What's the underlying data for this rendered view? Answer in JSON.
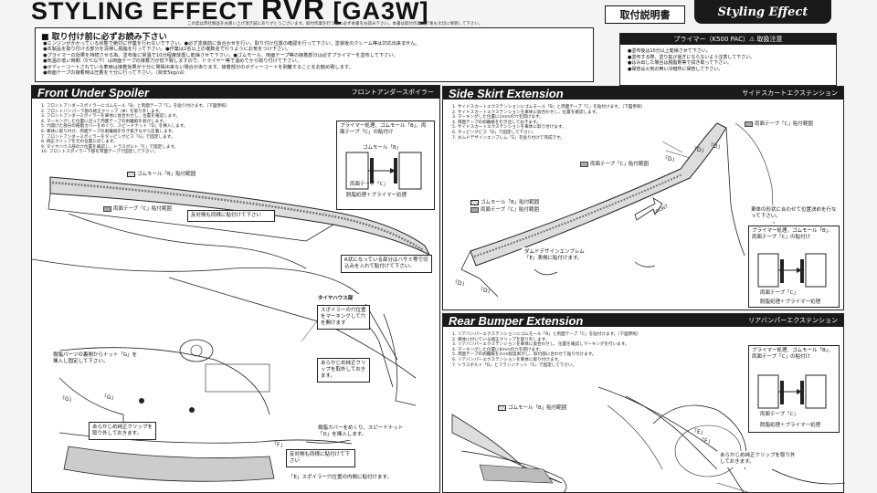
{
  "header": {
    "title_prefix": "STYLING EFFECT",
    "title_model": "RVR",
    "title_code": "[GA3W]",
    "note": "この度は弊社製品をお買い上げ頂き誠にありがとうございます。取付作業を行う前に必ず本書をお読み下さい。本書は取付作業終了後も大切に保管して下さい。",
    "manual_badge": "取付説明書",
    "logo_text": "Styling Effect"
  },
  "precaution": {
    "title": "■ 取り付け前に必ずお読み下さい",
    "items": [
      "●エンジンがかかっている状態で絶対に作業を行わないで下さい。●必ず塗装前に仮合わせを行い、取り付け位置の確認を行って下さい。塗装後のクレーム等は対応出来ません。",
      "●本製品を取り付ける部分を清掃し脱脂を行って下さい。●作業は2名以上の複数名で行うようにお気をつけ下さい。",
      "●プライマーの効果を持続させる為、塗布後に常温で10分程度放置し乾燥させて下さい。●ゴムモール、両面テープ等の接着部分は必ずプライマーを塗布して下さい。",
      "●気温の低い時期（5℃以下）は両面テープの接着力が低下致しますので、ドライヤー等で温めてから取り付けて下さい。",
      "●ボディーコートされている車両は接着効果が十分に発揮出来ない場合があります。接着部分のボディーコートを剥離することをお勧め致します。",
      "●両面テープの接着時は圧着を十分に行って下さい。（目安5kg/㎠）"
    ]
  },
  "primer": {
    "title": "プライマー（K500 PAC）⚠ 取扱注意",
    "items": [
      "●塗布後は10分以上乾燥させて下さい。",
      "●塗布する際、塗り拡げ過ぎにならないよう注意して下さい。",
      "●はみ出した場合は脱脂剤等で拭き取って下さい。",
      "●保管は火気の無い冷暗所に保管して下さい。"
    ]
  },
  "front": {
    "title_en": "Front Under Spoiler",
    "title_jp": "フロントアンダースポイラー",
    "steps": [
      "1. フロントアンダースポイラーにゴムモール「B」と両面テープ「C」を貼り付けます。（下図参照）",
      "2. フロントバンパー下部の純正クリップ（Φ）を取り外します。",
      "3. フロントアンダースポイラーを車体に仮合わせし、位置を確認します。",
      "4. マーキングした位置に沿って両面テープの剥離紙を剥がします。",
      "5. 穴開けた部分の樹脂カバーをめくり、スピードナット「D」を挿入します。",
      "6. 車体に取り付け、両面テープの剥離紙を引き抜きながら圧着します。",
      "7. フロントアンダースポイラーをタッピングビス「G」で固定します。",
      "8. 純正クリップを元の位置に戻します。",
      "9. タイヤハウス部の穴位置を確認し、トラスボルト「F」で固定します。",
      "10. フロントスポイラー下部を両面テープで固定して下さい。"
    ],
    "callout_primer": "プライマー処理、ゴムモール「B」、両面テープ「C」の貼付け",
    "callout_reverse": "反対側も同様に貼付けて下さい",
    "callout_r": "R状になっている部分はハサミ等で切込みを入れて貼付けて下さい。",
    "callout_tire": "タイヤハウス部",
    "callout_hole": "スポイラーの穴位置をマーキングして穴を開けます",
    "callout_clip": "あらかじめ純正クリップを取外しておきます。",
    "callout_nut": "樹脂カバーをめくり、スピードナット「D」を挿入します。",
    "callout_retain": "あらかじめ純正クリップを取り外しておきます。",
    "callout_reverse2": "反対側も同様に貼付けて下さい",
    "callout_e": "「E」スポイラー穴位置の内側に貼付けます。",
    "callout_resin": "樹脂パーツの裏側からナット「G」を挿入し固定して下さい。",
    "label_rubber": "ゴムモール「B」貼付範囲",
    "label_tape": "両面テープ「C」貼付範囲",
    "label_tape_c": "両面テープ「C」",
    "label_gomu": "ゴムモール「B」",
    "label_primer_treat": "脱脂処理＋プライマー処理",
    "label_g": "「G」",
    "label_f": "「F」"
  },
  "side": {
    "title_en": "Side Skirt Extension",
    "title_jp": "サイドスカートエクステンション",
    "steps": [
      "1. サイドスカートエクステンションにゴムモール「B」と両面テープ「C」を貼付けます。（下図参照）",
      "2. サイドスカートエクステンションを車体に仮合わせし、位置を確認します。",
      "3. マーキングした位置に2mmの穴を開けます。",
      "4. 両面テープの剥離紙を引き出しておきます。",
      "5. サイドスカートエクステンションを車体に取り付けます。",
      "6. タッピングビス「D」で固定して下さい。",
      "7. ダムドデザインエンブレム「E」を貼り付けて完成です。"
    ],
    "label_rubber": "ゴムモール「B」貼付範囲",
    "label_tape": "両面テープ「C」貼付範囲",
    "label_tape_top": "両面テープ「C」貼付範囲",
    "label_d": "「D」",
    "label_emblem": "ダムドデザインエンブレム「E」表側に貼付けます。",
    "label_front": "FRONT",
    "callout_vehicle": "車体の形状に合わせて位置決めを行なって下さい。",
    "callout_primer": "プライマー処理、ゴムモール「B」、両面テープ「C」の貼付け",
    "label_tape_c": "両面テープ「C」",
    "label_gomu": "ゴムモール「B」",
    "label_primer_treat": "脱脂処理＋プライマー処理"
  },
  "rear": {
    "title_en": "Rear Bumper Extension",
    "title_jp": "リアバンパーエクステンション",
    "steps": [
      "1. リアバンパーエクステンションにゴムモール「B」と両面テープ「C」を貼付けます。（下図参照）",
      "2. 車体に付いている純正クリップを取り外します。",
      "3. リアバンパーエクステンションを車体に仮合わせし、位置を確認しマーキングを行います。",
      "4. マーキングした位置に8mmの穴を開けます。",
      "5. 両面テープの剥離紙を2cm程度剥がし、取付部に合わせて貼り付けます。",
      "6. リアバンパーエクステンションを車体に取り付けます。",
      "7. トラスボルト「D」とフランジナット「E」で固定して下さい。"
    ],
    "label_rubber": "ゴムモール「B」貼付範囲",
    "callout_primer": "プライマー処理、ゴムモール「B」、両面テープ「C」の貼付け",
    "label_tape_c": "両面テープ「C」",
    "label_gomu": "ゴムモール「B」",
    "label_primer_treat": "脱脂処理＋プライマー処理",
    "callout_clip": "あらかじめ純正クリップを取り外しておきます。",
    "label_e": "「E」",
    "label_f": "「F」"
  }
}
